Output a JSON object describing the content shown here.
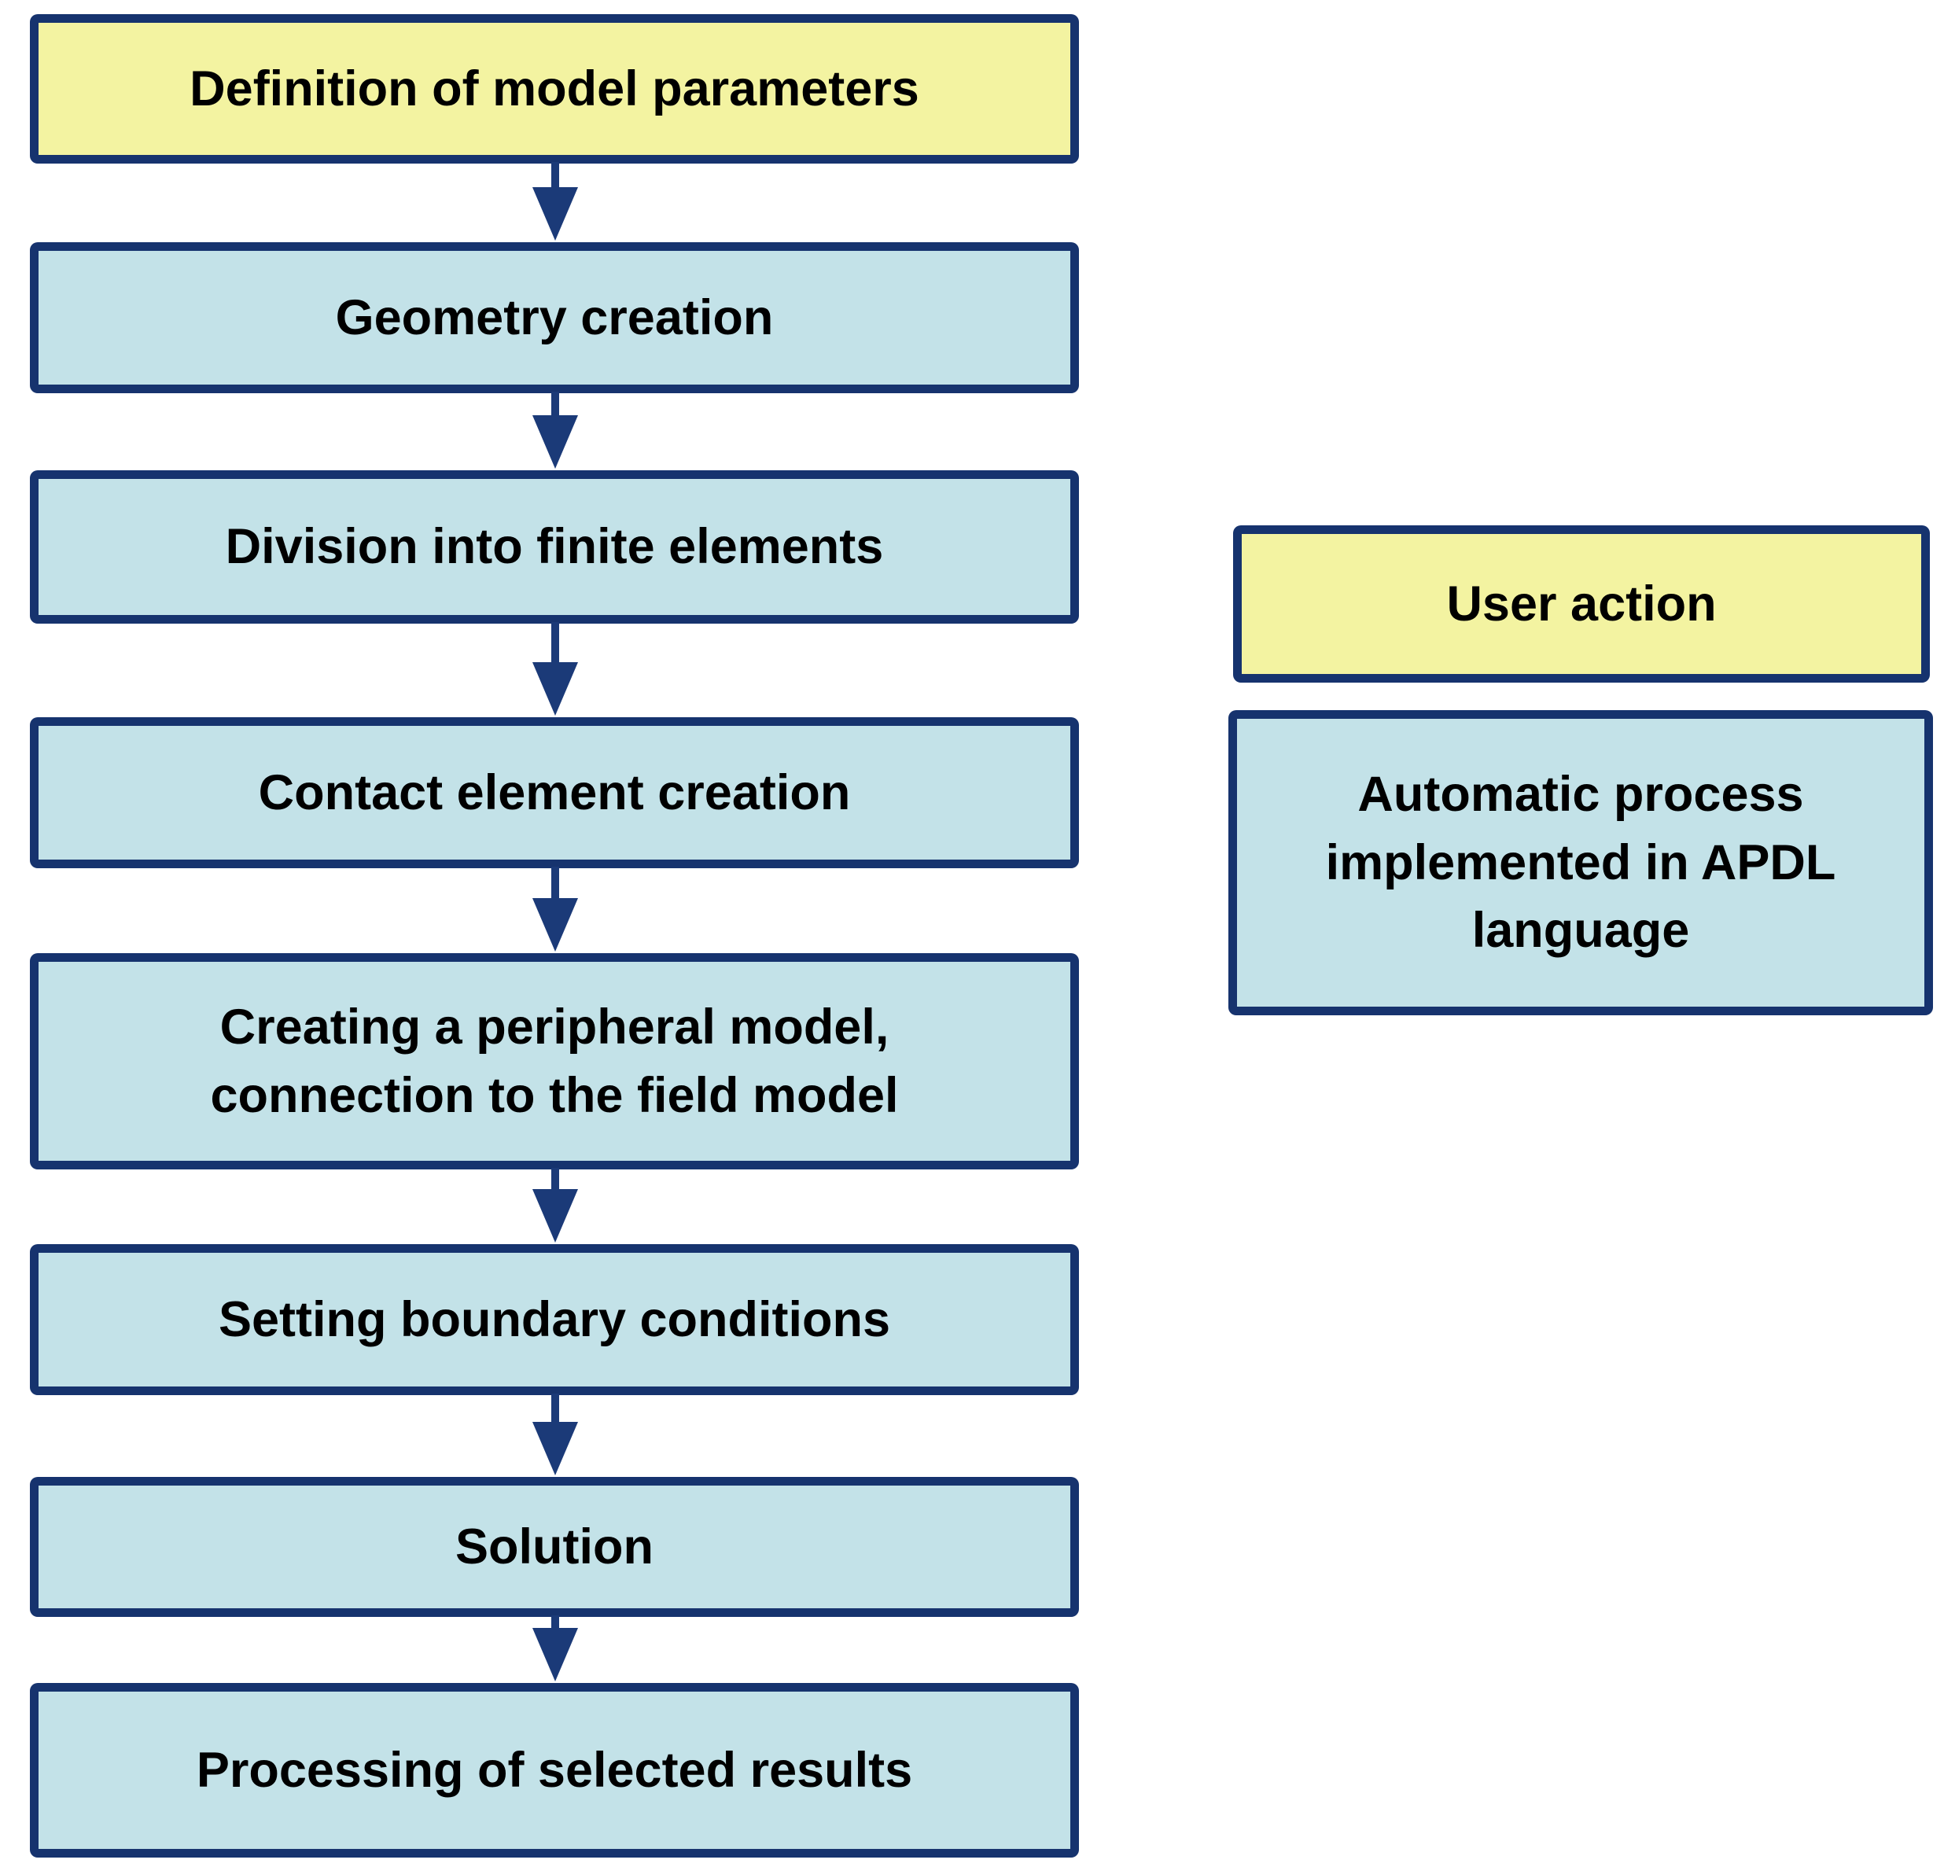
{
  "diagram": {
    "type": "flowchart",
    "colors": {
      "user_action_fill": "#f3f3a1",
      "automatic_process_fill": "#c3e2e8",
      "border": "#16336e",
      "arrow": "#1b3a78",
      "text": "#000000",
      "background": "#ffffff"
    },
    "flow": {
      "steps": [
        {
          "label": "Definition of model parameters",
          "type": "user-action"
        },
        {
          "label": "Geometry creation",
          "type": "automatic"
        },
        {
          "label": "Division into finite elements",
          "type": "automatic"
        },
        {
          "label": "Contact element creation",
          "type": "automatic"
        },
        {
          "label": "Creating a peripheral model,\nconnection to the field model",
          "type": "automatic"
        },
        {
          "label": "Setting boundary conditions",
          "type": "automatic"
        },
        {
          "label": "Solution",
          "type": "automatic"
        },
        {
          "label": "Processing of selected results",
          "type": "automatic"
        }
      ],
      "connector": "down-arrow"
    },
    "legend": {
      "user_action_label": "User action",
      "automatic_process_label": "Automatic process\nimplemented in APDL\nlanguage"
    }
  }
}
